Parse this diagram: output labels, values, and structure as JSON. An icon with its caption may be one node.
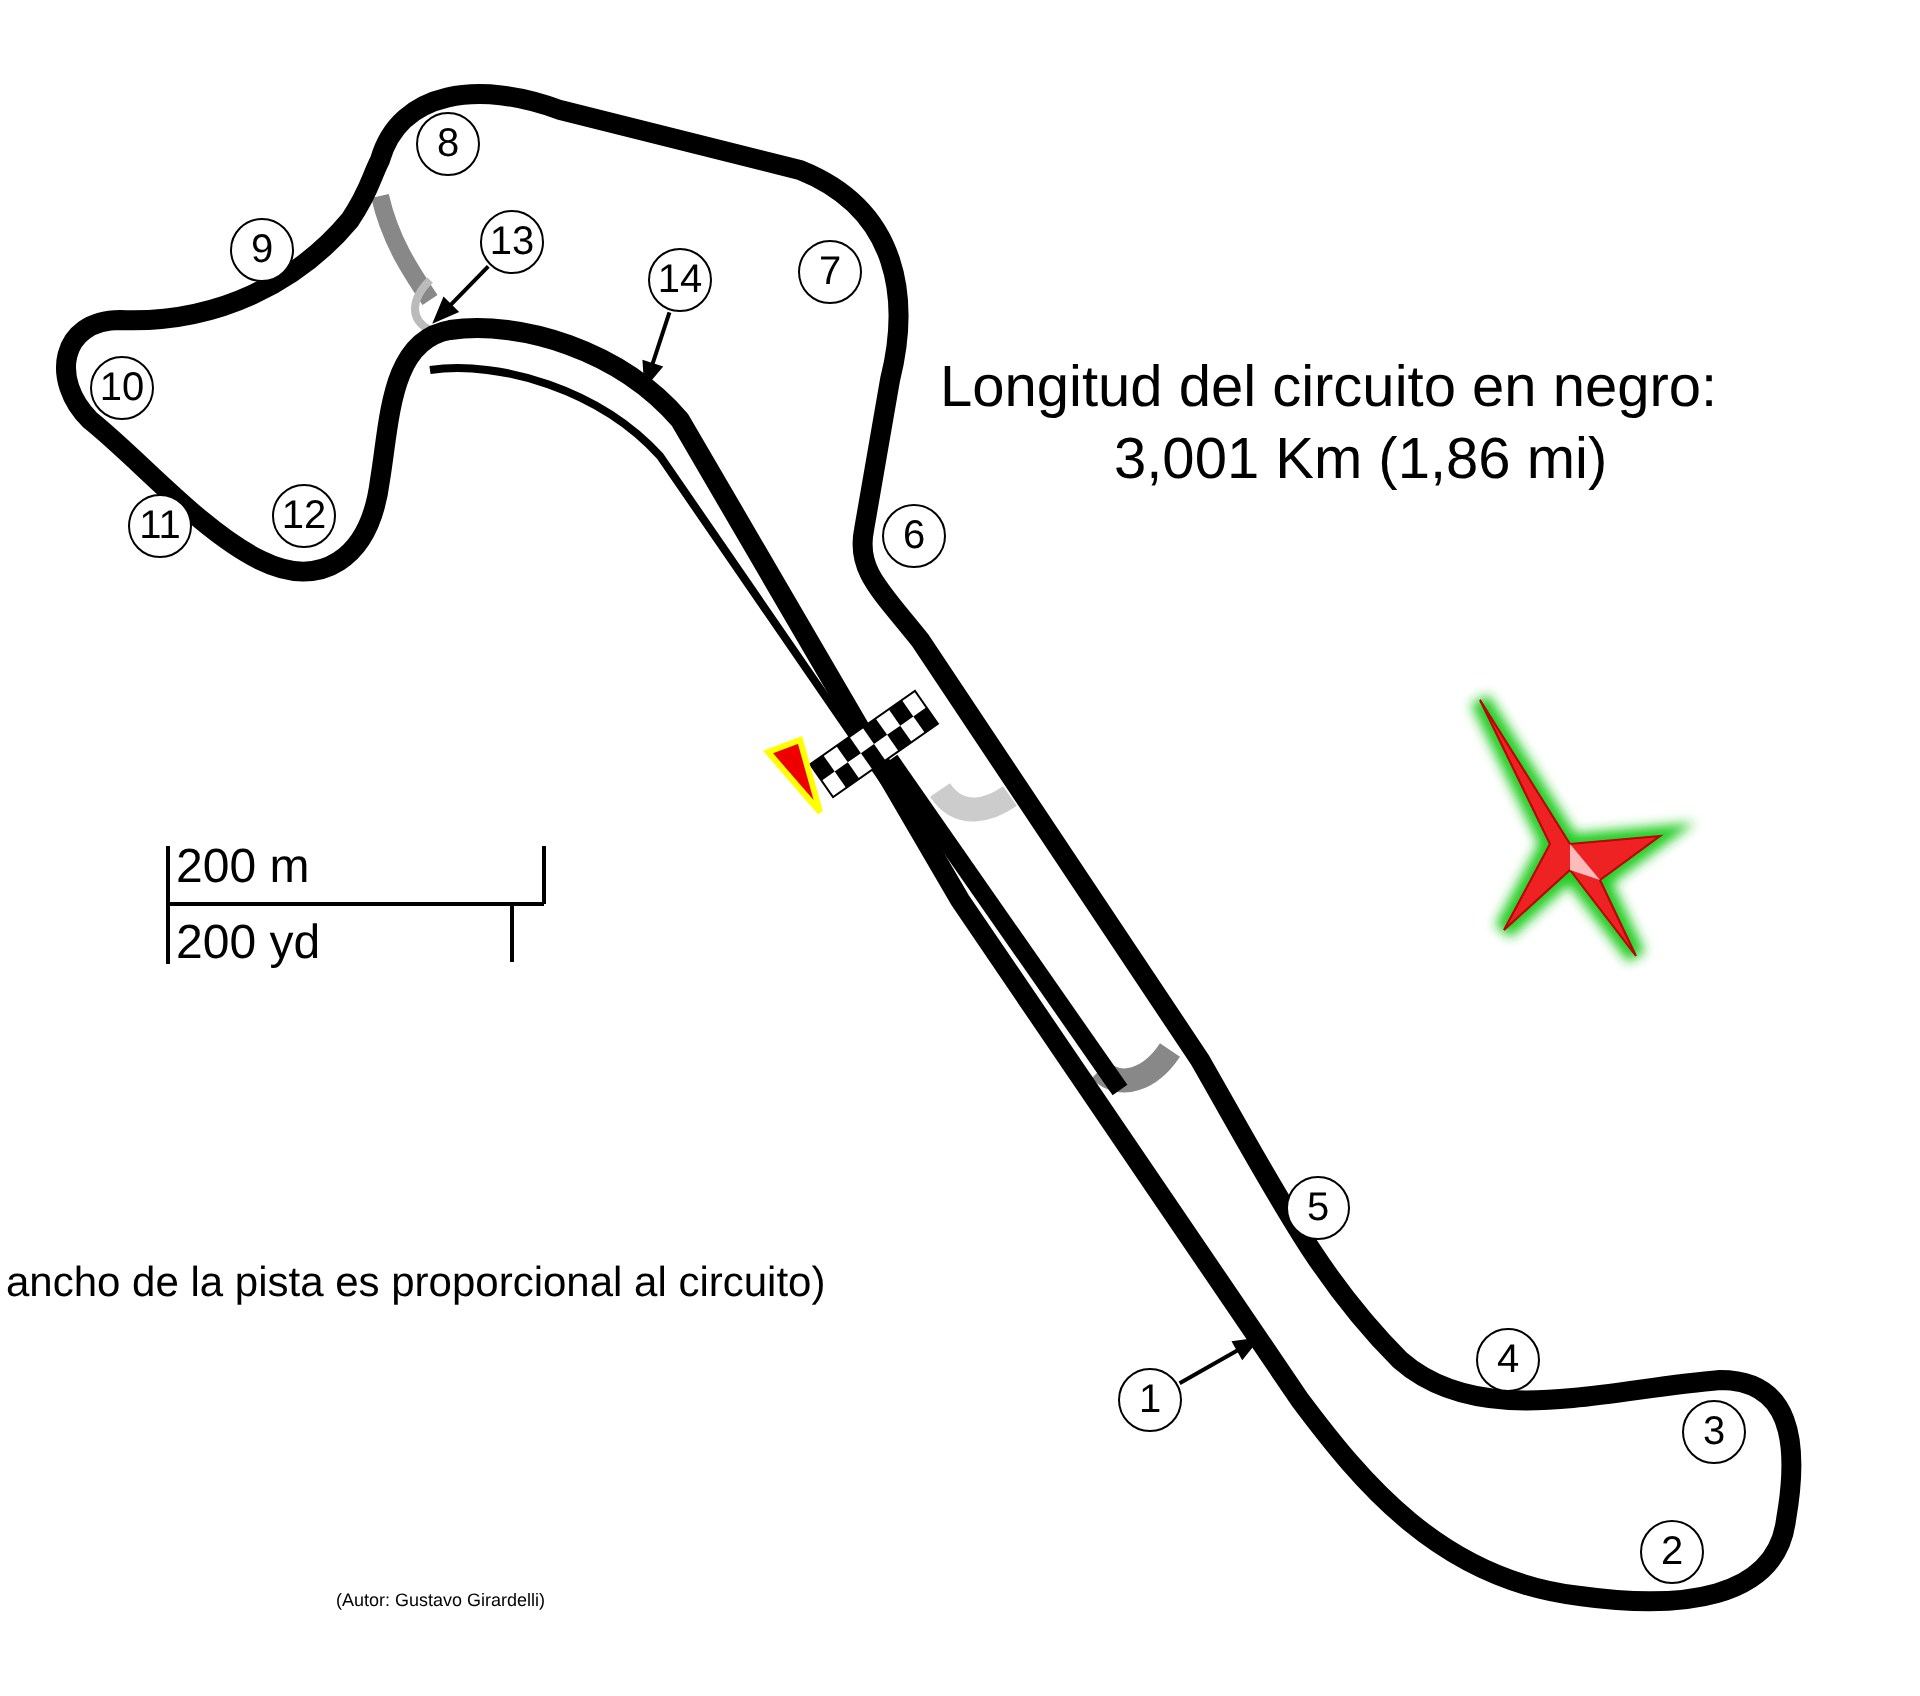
{
  "diagram": {
    "nodes": [
      {
        "text": [
          "1"
        ]
      },
      {
        "text": [
          "2"
        ]
      },
      {
        "text": [
          "3"
        ]
      },
      {
        "text": [
          "4"
        ]
      },
      {
        "text": [
          "5"
        ]
      },
      {
        "text": [
          "6"
        ]
      },
      {
        "text": [
          "7"
        ]
      },
      {
        "text": [
          "8"
        ]
      },
      {
        "text": [
          "9"
        ]
      },
      {
        "text": [
          "10"
        ]
      },
      {
        "text": [
          "11"
        ]
      },
      {
        "text": [
          "12"
        ]
      },
      {
        "text": [
          "13"
        ]
      },
      {
        "text": [
          "14"
        ]
      }
    ],
    "edges": [
      {
        "from": 0,
        "to": null,
        "arrow": "to"
      },
      {
        "from": 12,
        "to": null,
        "arrow": "to"
      },
      {
        "from": 13,
        "to": null,
        "arrow": "to"
      }
    ],
    "labels": [
      "Longitud del circuito en negro:",
      "3,001 Km (1,86 mi)",
      "200 m",
      "200 yd",
      "ancho de la pista es proporcional al circuito)",
      "(Autor: Gustavo Girardelli)"
    ]
  }
}
